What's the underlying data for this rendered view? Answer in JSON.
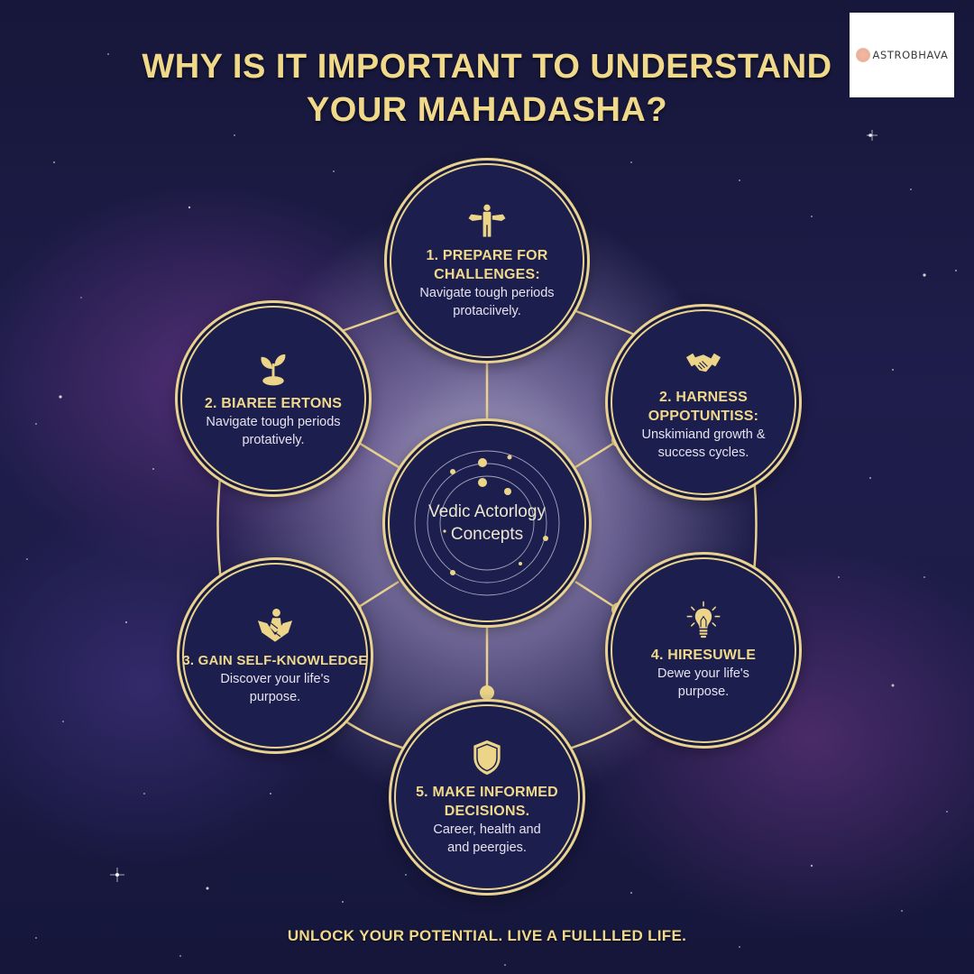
{
  "header": {
    "title_line1": "WHY IS IT IMPORTANT TO UNDERSTAND",
    "title_line2": "YOUR MAHADASHA?"
  },
  "logo": {
    "brand": "ASTROBHAVA",
    "mark_color": "#eab09a"
  },
  "center": {
    "line1": "Vedic Actorlogy",
    "line2": "Concepts",
    "icon": "orbit-planets-icon"
  },
  "nodes": [
    {
      "id": "prepare",
      "icon": "person-with-wings-icon",
      "heading_line1": "1. PREPARE FOR",
      "heading_line2": "CHALLENGES:",
      "desc_line1": "Navigate tough periods",
      "desc_line2": "protaciively."
    },
    {
      "id": "biaree",
      "icon": "sprout-icon",
      "heading_line1": "2. BIAREE ERTONS",
      "heading_line2": "",
      "desc_line1": "Navigate tough periods",
      "desc_line2": "protatively."
    },
    {
      "id": "harness",
      "icon": "handshake-icon",
      "heading_line1": "2. HARNESS",
      "heading_line2": "OPPOTUNTISS:",
      "desc_line1": "Unskimiand growth &",
      "desc_line2": "success cycles."
    },
    {
      "id": "self-knowledge",
      "icon": "hands-holding-person-icon",
      "heading_line1": "3. GAIN SELF-KNOWLEDGE",
      "heading_line2": "",
      "desc_line1": "Discover your life's",
      "desc_line2": "purpose."
    },
    {
      "id": "hiresuwle",
      "icon": "lightbulb-icon",
      "heading_line1": "4. HIRESUWLE",
      "heading_line2": "",
      "desc_line1": "Dewe your life's",
      "desc_line2": "purpose."
    },
    {
      "id": "decisions",
      "icon": "shield-icon",
      "heading_line1": "5. MAKE INFORMED",
      "heading_line2": "DECISIONS.",
      "desc_line1": "Career, health and",
      "desc_line2": "and peergies."
    }
  ],
  "footer": {
    "tagline": "UNLOCK YOUR POTENTIAL. LIVE A FULLLLED LIFE."
  },
  "colors": {
    "gold": "#e9d28f",
    "title_gold": "#f0d98a",
    "node_fill": "#1c1f4d",
    "background": "#16173a"
  }
}
